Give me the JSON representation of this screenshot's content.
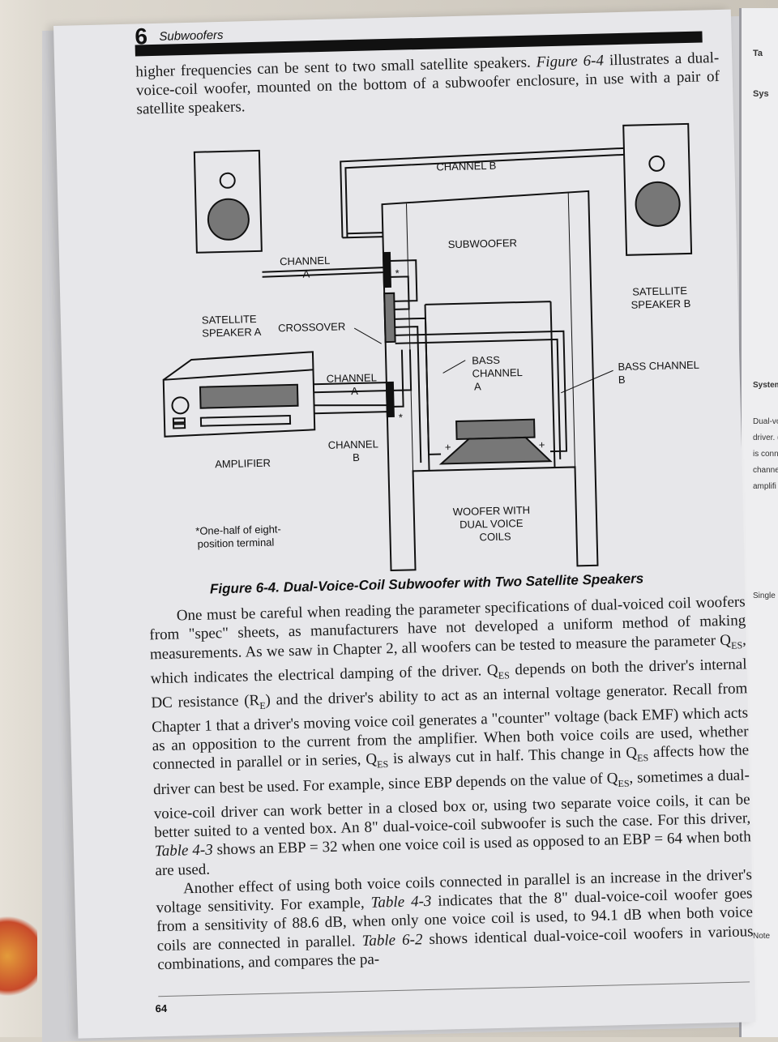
{
  "header": {
    "chapter_number": "6",
    "chapter_title": "Subwoofers"
  },
  "intro": {
    "text_before": "higher frequencies can be sent to two small satellite speakers. ",
    "figure_ref": "Figure 6-4",
    "text_after": " illustrates a dual-voice-coil woofer, mounted on the bottom of a subwoofer enclosure, in use with a pair of satellite speakers."
  },
  "diagram": {
    "channel_b_top": "CHANNEL B",
    "channel_a_upper_1": "CHANNEL",
    "channel_a_upper_2": "A",
    "subwoofer": "SUBWOOFER",
    "satellite_a_1": "SATELLITE",
    "satellite_a_2": "SPEAKER A",
    "crossover": "CROSSOVER",
    "satellite_b_1": "SATELLITE",
    "satellite_b_2": "SPEAKER B",
    "channel_a_lower_1": "CHANNEL",
    "channel_a_lower_2": "A",
    "bass_channel_a_1": "BASS",
    "bass_channel_a_2": "CHANNEL",
    "bass_channel_a_3": "A",
    "bass_channel_b_1": "BASS CHANNEL",
    "bass_channel_b_2": "B",
    "channel_b_lower_1": "CHANNEL",
    "channel_b_lower_2": "B",
    "amplifier": "AMPLIFIER",
    "footnote_1": "*One-half of eight-",
    "footnote_2": "position terminal",
    "woofer_1": "WOOFER WITH",
    "woofer_2": "DUAL VOICE",
    "woofer_3": "COILS",
    "asterisk": "*",
    "plus": "+",
    "minus": "−"
  },
  "caption": "Figure 6-4. Dual-Voice-Coil Subwoofer with Two Satellite Speakers",
  "paragraph1": {
    "s1": "One must be careful when reading the parameter specifications of dual-voiced coil woofers from \"spec\" sheets, as manufacturers have not developed a uniform method of making measurements. As we saw in Chapter 2, all woofers can be tested to measure the parameter Q",
    "sub": "ES",
    "s2": ", which indicates the electrical damping of the driver. Q",
    "s3": " depends on both the driver's internal DC resistance (R",
    "sub_e": "E",
    "s4": ") and the driver's ability to act as an internal voltage generator. Recall from Chapter 1 that a driver's moving voice coil generates a \"counter\" voltage (back EMF) which acts as an opposition to the current from the amplifier. When both voice coils are used, whether connected in parallel or in series, Q",
    "s5": " is always cut in half. This change in Q",
    "s6": " affects how the driver can best be used. For example, since EBP depends on the value of Q",
    "s7": ", sometimes a dual-voice-coil driver can work better in a closed box or, using two separate voice coils, it can be better suited to a vented box. An 8\" dual-voice-coil subwoofer is such the case. For this driver, ",
    "table_ref": "Table 4-3",
    "s8": " shows an EBP = 32 when one voice coil is used as opposed to an EBP = 64 when both are used."
  },
  "paragraph2": {
    "s1": "Another effect of using both voice coils connected in parallel is an increase in the driver's voltage sensitivity. For example, ",
    "table_ref1": "Table 4-3",
    "s2": " indicates that the 8\" dual-voice-coil woofer goes from a sensitivity of 88.6 dB, when only one voice coil is used, to 94.1 dB when both voice coils are connected in parallel. ",
    "table_ref2": "Table 6-2",
    "s3": " shows identical dual-voice-coil woofers in various combinations, and compares the pa-"
  },
  "page_number": "64",
  "right_page": {
    "t1": "Ta",
    "t2": "Sys",
    "t3": "System",
    "t4": "Dual-vo",
    "t5": "driver. (",
    "t6": "is conn",
    "t7": "channe",
    "t8": "amplifi",
    "t9": "Single",
    "t10": "Note"
  }
}
